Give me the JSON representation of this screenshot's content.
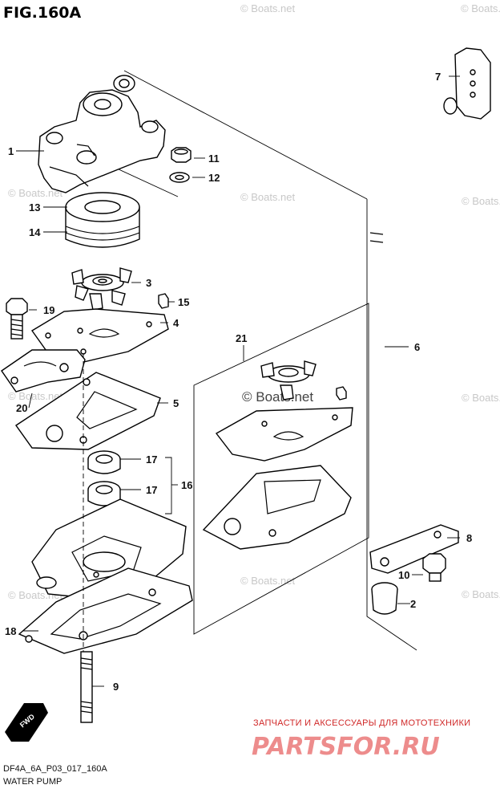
{
  "title": "FIG.160A",
  "footer": {
    "code": "DF4A_6A_P03_017_160A",
    "name": "WATER PUMP"
  },
  "watermark": "© Boats.net",
  "brand": {
    "tagline": "ЗАПЧАСТИ И АКСЕССУАРЫ ДЛЯ МОТОТЕХНИКИ",
    "name": "PARTSFOR.RU"
  },
  "fwd_label": "FWD",
  "callouts": {
    "c1": "1",
    "c2": "2",
    "c3": "3",
    "c4": "4",
    "c5": "5",
    "c6": "6",
    "c7": "7",
    "c8": "8",
    "c9": "9",
    "c10": "10",
    "c11": "11",
    "c12": "12",
    "c13": "13",
    "c14": "14",
    "c15": "15",
    "c16": "16",
    "c17a": "17",
    "c17b": "17",
    "c18": "18",
    "c19": "19",
    "c20": "20",
    "c21": "21"
  },
  "colors": {
    "line": "#000000",
    "brand": "#e03030",
    "watermark": "#c8c8c8"
  }
}
